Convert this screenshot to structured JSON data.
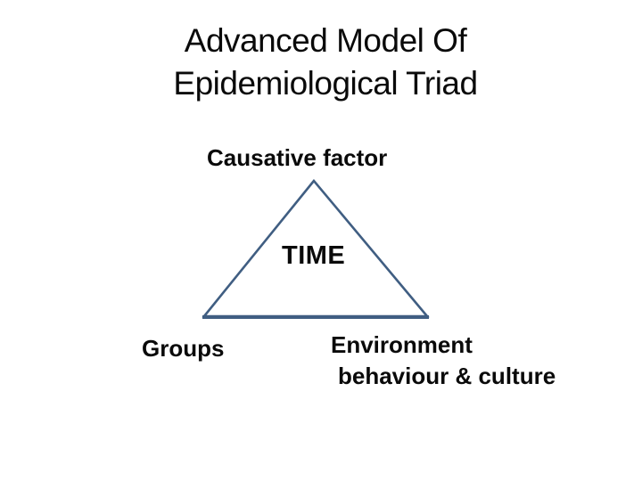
{
  "slide": {
    "title_line1": "Advanced Model Of",
    "title_line2": "Epidemiological Triad",
    "diagram": {
      "top_label": "Causative factor",
      "center_label": "TIME",
      "left_label": "Groups",
      "right_label_line1": "Environment",
      "right_label_line2": "behaviour & culture",
      "triangle_stroke_color": "#405E82"
    },
    "colors": {
      "background": "#ffffff",
      "text": "#0a0a0a"
    }
  }
}
